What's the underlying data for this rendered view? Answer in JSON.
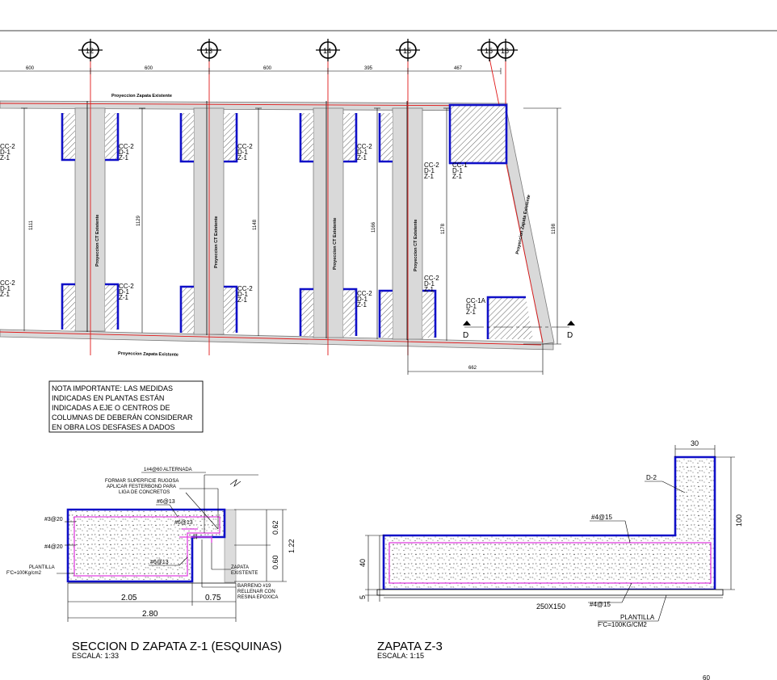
{
  "axes": [
    {
      "label": "12"
    },
    {
      "label": "13"
    },
    {
      "label": "14"
    },
    {
      "label": "15"
    },
    {
      "label": "15"
    },
    {
      "label": "16"
    }
  ],
  "top_dimensions": [
    "600",
    "600",
    "600",
    "395",
    "467"
  ],
  "beam_labels": {
    "top": "Proyeccion Zapata Existente",
    "bottom": "Proyeccion Zapata Existente",
    "diagonal": "Proyeccion Zapata Existente",
    "vertical": "Proyeccion CT Existente"
  },
  "vertical_dimensions": [
    "1111",
    "1129",
    "1148",
    "1166",
    "1178",
    "1198"
  ],
  "column_tags": {
    "cc2": [
      "CC-2",
      "D-1",
      "Z-1"
    ],
    "cc1": [
      "CC-1",
      "D-1",
      "Z-1"
    ],
    "cc1a": [
      "CC-1A",
      "D-1",
      "Z-1"
    ]
  },
  "section_marker": "D",
  "dim_662": "662",
  "note_lines": [
    "NOTA IMPORTANTE: LAS MEDIDAS",
    "INDICADAS EN PLANTAS ESTÁN",
    "INDICADAS A EJE O CENTROS DE",
    "COLUMNAS DE DEBERÁN CONSIDERAR",
    "EN OBRA LOS DESFASES A DADOS"
  ],
  "section1": {
    "title": "SECCION D ZAPATA Z-1 (ESQUINAS)",
    "scale": "ESCALA: 1:33",
    "labels": {
      "alternada": "1#4@60 ALTERNADA",
      "rugosa1": "FORMAR SUPERFICIE RUGOSA",
      "rugosa2": "APLICAR  FESTERBOND  PARA",
      "rugosa3": "LIGA DE CONCRETOS",
      "b6at13a": "#6@13",
      "b6at13b": "#6@13",
      "b6at13c": "#6@13",
      "b3at20": "#3@20",
      "b4at20": "#4@20",
      "plantilla1": "PLANTILLA",
      "plantilla2": "F'C=100Kg/cm2",
      "zapata1": "ZAPATA",
      "zapata2": "EXISTENTE",
      "barreno1": "BARRENO #19",
      "barreno2": "RELLENAR CON",
      "barreno3": "RESINA EPOXICA",
      "d13": "13"
    },
    "dims": {
      "h1": "0.62",
      "h2": "0.60",
      "htot": "1.22",
      "w1": "2.05",
      "w2": "0.75",
      "wtot": "2.80"
    }
  },
  "section2": {
    "title": "ZAPATA Z-3",
    "scale": "ESCALA: 1:15",
    "labels": {
      "d2": "D-2",
      "b4at15a": "#4@15",
      "b4at15b": "#4@15",
      "size": "250X150",
      "plantilla1": "PLANTILLA",
      "plantilla2": "F'C=100KG/CM2"
    },
    "dims": {
      "w30": "30",
      "h100": "100",
      "h40": "40",
      "h5": "5"
    }
  },
  "page_number": "60"
}
